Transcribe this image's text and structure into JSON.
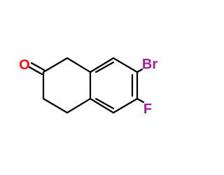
{
  "molecule": {
    "atoms": {
      "oxygen": {
        "symbol": "O",
        "color": "#ff0d0d"
      },
      "bromine": {
        "symbol": "Br",
        "color": "#a0209a"
      },
      "fluorine": {
        "symbol": "F",
        "color": "#a0209a"
      }
    },
    "bond_color": "#000000"
  }
}
